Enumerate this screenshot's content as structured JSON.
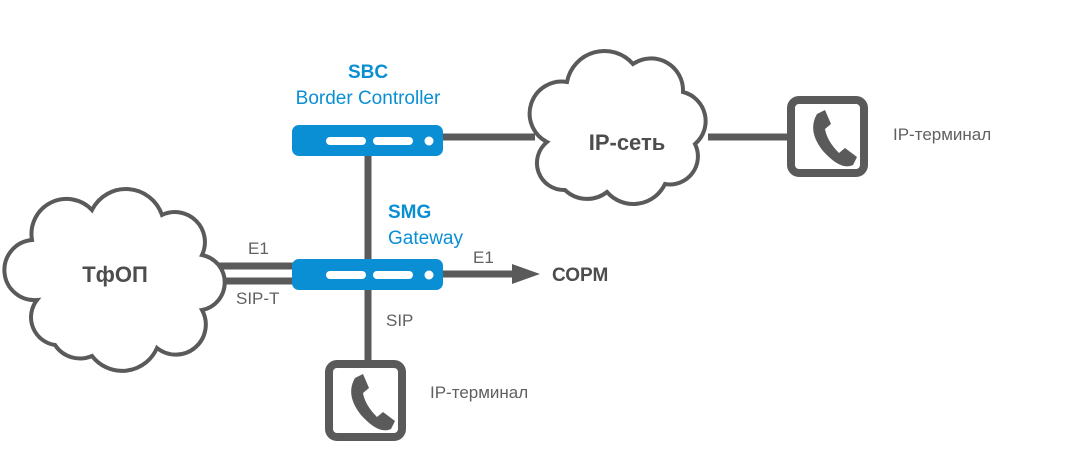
{
  "sbc": {
    "title": "SBC",
    "subtitle": "Border Controller"
  },
  "smg": {
    "title": "SMG",
    "subtitle": "Gateway"
  },
  "ip_network": {
    "label": "IP-сеть"
  },
  "pstn": {
    "label": "ТфОП"
  },
  "sorm": {
    "label": "СОРМ"
  },
  "links": {
    "e1_pstn": "E1",
    "sip_t": "SIP-T",
    "e1_sorm": "E1",
    "sip": "SIP"
  },
  "terminals": {
    "top": "IP-терминал",
    "bottom": "IP-терминал"
  },
  "colors": {
    "accent": "#0a8fd4",
    "line": "#5a5a5a"
  }
}
